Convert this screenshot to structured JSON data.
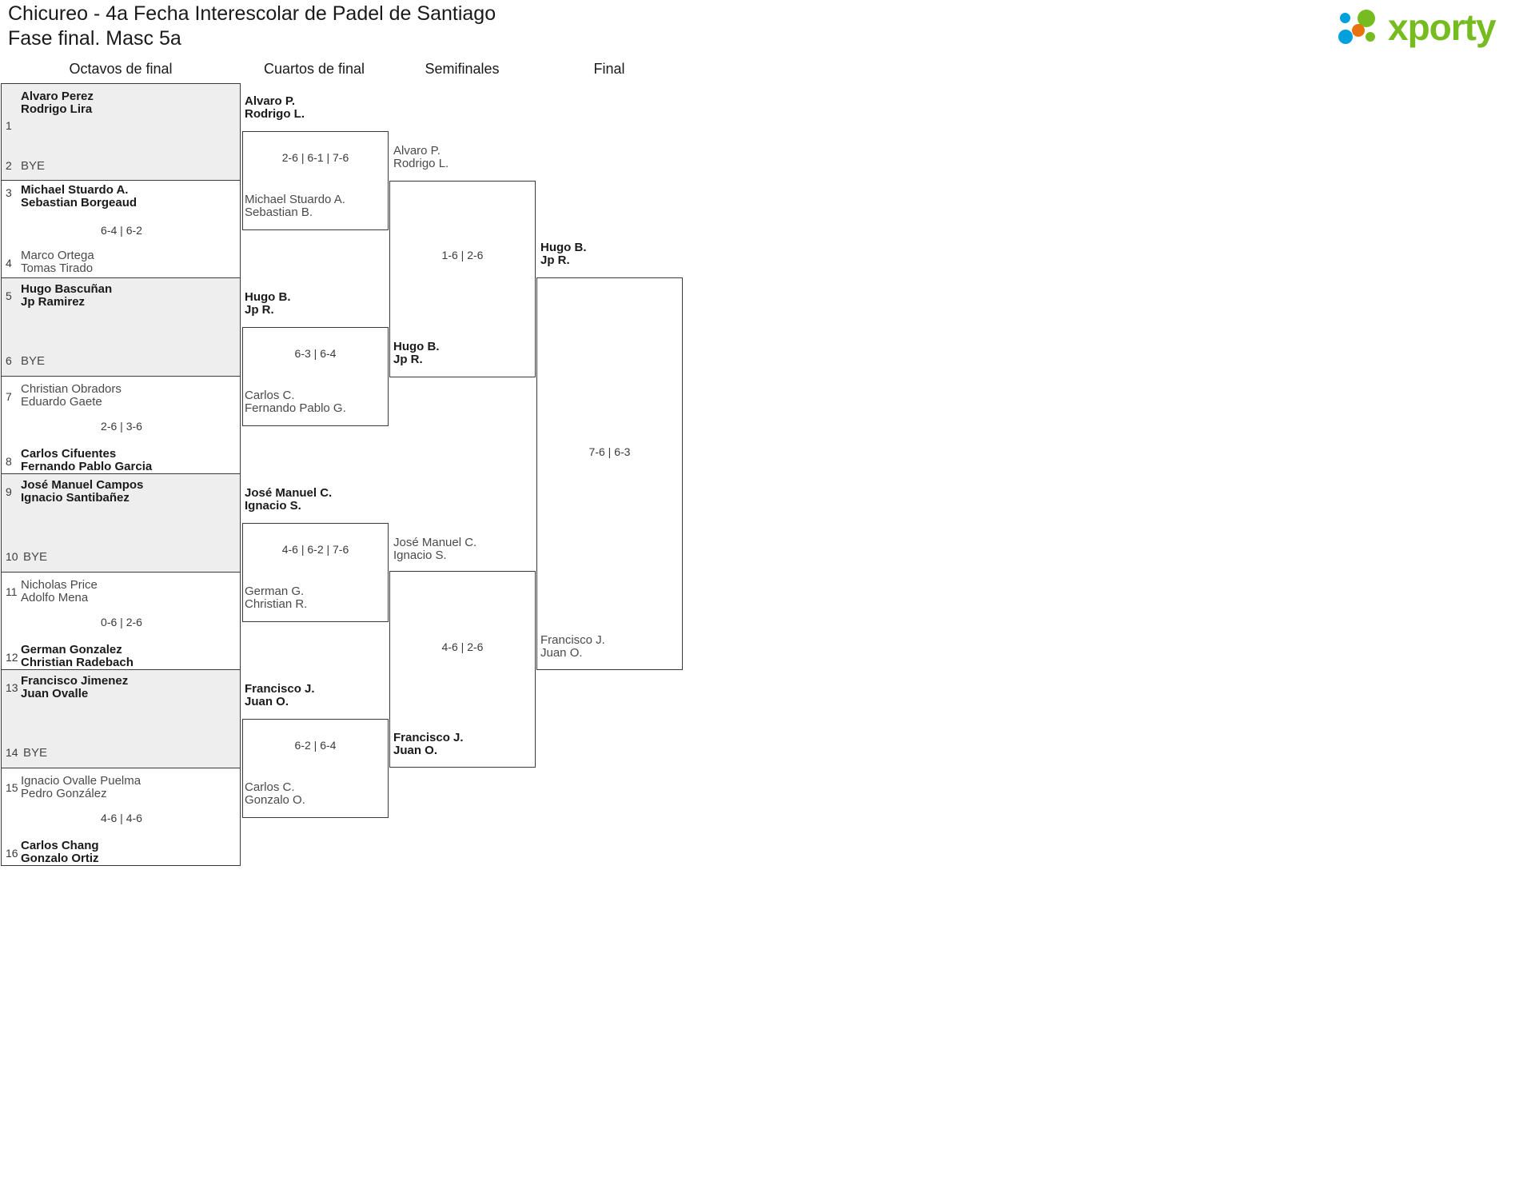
{
  "header": {
    "title_line_1": "Chicureo - 4a Fecha Interescolar de Padel de Santiago",
    "title_line_2": "Fase final. Masc 5a",
    "logo_text": "xporty",
    "logo_colors": {
      "green": "#76bc21",
      "orange": "#e8720c",
      "blue": "#00a0dd"
    }
  },
  "rounds": [
    {
      "label": "Octavos de final"
    },
    {
      "label": "Cuartos de final"
    },
    {
      "label": "Semifinales"
    },
    {
      "label": "Final"
    }
  ],
  "bracket": {
    "round1": [
      {
        "score": "",
        "bye": true,
        "slots": [
          {
            "seed": "1",
            "line1": "Alvaro Perez",
            "line2": "Rodrigo Lira",
            "winner": true,
            "bye": false
          },
          {
            "seed": "2",
            "line1": "BYE",
            "line2": "",
            "winner": false,
            "bye": true
          }
        ]
      },
      {
        "score": "6-4 | 6-2",
        "bye": false,
        "slots": [
          {
            "seed": "3",
            "line1": "Michael Stuardo A.",
            "line2": "Sebastian Borgeaud",
            "winner": true,
            "bye": false
          },
          {
            "seed": "4",
            "line1": "Marco Ortega",
            "line2": "Tomas Tirado",
            "winner": false,
            "bye": false
          }
        ]
      },
      {
        "score": "",
        "bye": true,
        "slots": [
          {
            "seed": "5",
            "line1": "Hugo Bascuñan",
            "line2": "Jp Ramirez",
            "winner": true,
            "bye": false
          },
          {
            "seed": "6",
            "line1": "BYE",
            "line2": "",
            "winner": false,
            "bye": true
          }
        ]
      },
      {
        "score": "2-6 | 3-6",
        "bye": false,
        "slots": [
          {
            "seed": "7",
            "line1": "Christian Obradors",
            "line2": "Eduardo Gaete",
            "winner": false,
            "bye": false
          },
          {
            "seed": "8",
            "line1": "Carlos Cifuentes",
            "line2": "Fernando Pablo Garcia",
            "winner": true,
            "bye": false
          }
        ]
      },
      {
        "score": "",
        "bye": true,
        "slots": [
          {
            "seed": "9",
            "line1": "José Manuel Campos",
            "line2": "Ignacio Santibañez",
            "winner": true,
            "bye": false
          },
          {
            "seed": "10",
            "line1": "BYE",
            "line2": "",
            "winner": false,
            "bye": true
          }
        ]
      },
      {
        "score": "0-6 | 2-6",
        "bye": false,
        "slots": [
          {
            "seed": "11",
            "line1": "Nicholas Price",
            "line2": "Adolfo Mena",
            "winner": false,
            "bye": false
          },
          {
            "seed": "12",
            "line1": "German Gonzalez",
            "line2": "Christian Radebach",
            "winner": true,
            "bye": false
          }
        ]
      },
      {
        "score": "",
        "bye": true,
        "slots": [
          {
            "seed": "13",
            "line1": "Francisco Jimenez",
            "line2": "Juan Ovalle",
            "winner": true,
            "bye": false
          },
          {
            "seed": "14",
            "line1": "BYE",
            "line2": "",
            "winner": false,
            "bye": true
          }
        ]
      },
      {
        "score": "4-6 | 4-6",
        "bye": false,
        "slots": [
          {
            "seed": "15",
            "line1": "Ignacio Ovalle Puelma",
            "line2": "Pedro González",
            "winner": false,
            "bye": false
          },
          {
            "seed": "16",
            "line1": "Carlos Chang",
            "line2": "Gonzalo Ortiz",
            "winner": true,
            "bye": false
          }
        ]
      }
    ],
    "round2": [
      {
        "score": "2-6 | 6-1 | 7-6",
        "top": {
          "line1": "Alvaro P.",
          "line2": "Rodrigo L.",
          "winner": true
        },
        "bottom": {
          "line1": "Michael Stuardo A.",
          "line2": "Sebastian B.",
          "winner": false
        }
      },
      {
        "score": "6-3 | 6-4",
        "top": {
          "line1": "Hugo B.",
          "line2": "Jp R.",
          "winner": true
        },
        "bottom": {
          "line1": "Carlos C.",
          "line2": "Fernando Pablo G.",
          "winner": false
        }
      },
      {
        "score": "4-6 | 6-2 | 7-6",
        "top": {
          "line1": "José Manuel C.",
          "line2": "Ignacio S.",
          "winner": true
        },
        "bottom": {
          "line1": "German G.",
          "line2": "Christian R.",
          "winner": false
        }
      },
      {
        "score": "6-2 | 6-4",
        "top": {
          "line1": "Francisco J.",
          "line2": "Juan O.",
          "winner": true
        },
        "bottom": {
          "line1": "Carlos C.",
          "line2": "Gonzalo O.",
          "winner": false
        }
      }
    ],
    "round3": [
      {
        "score": "1-6 | 2-6",
        "top": {
          "line1": "Alvaro P.",
          "line2": "Rodrigo L.",
          "winner": false
        },
        "bottom": {
          "line1": "Hugo B.",
          "line2": "Jp R.",
          "winner": true
        }
      },
      {
        "score": "4-6 | 2-6",
        "top": {
          "line1": "José Manuel C.",
          "line2": "Ignacio S.",
          "winner": false
        },
        "bottom": {
          "line1": "Francisco J.",
          "line2": "Juan O.",
          "winner": true
        }
      }
    ],
    "round4": [
      {
        "score": "7-6 | 6-3",
        "top": {
          "line1": "Hugo B.",
          "line2": "Jp R.",
          "winner": true
        },
        "bottom": {
          "line1": "Francisco J.",
          "line2": "Juan O.",
          "winner": false
        }
      }
    ]
  }
}
